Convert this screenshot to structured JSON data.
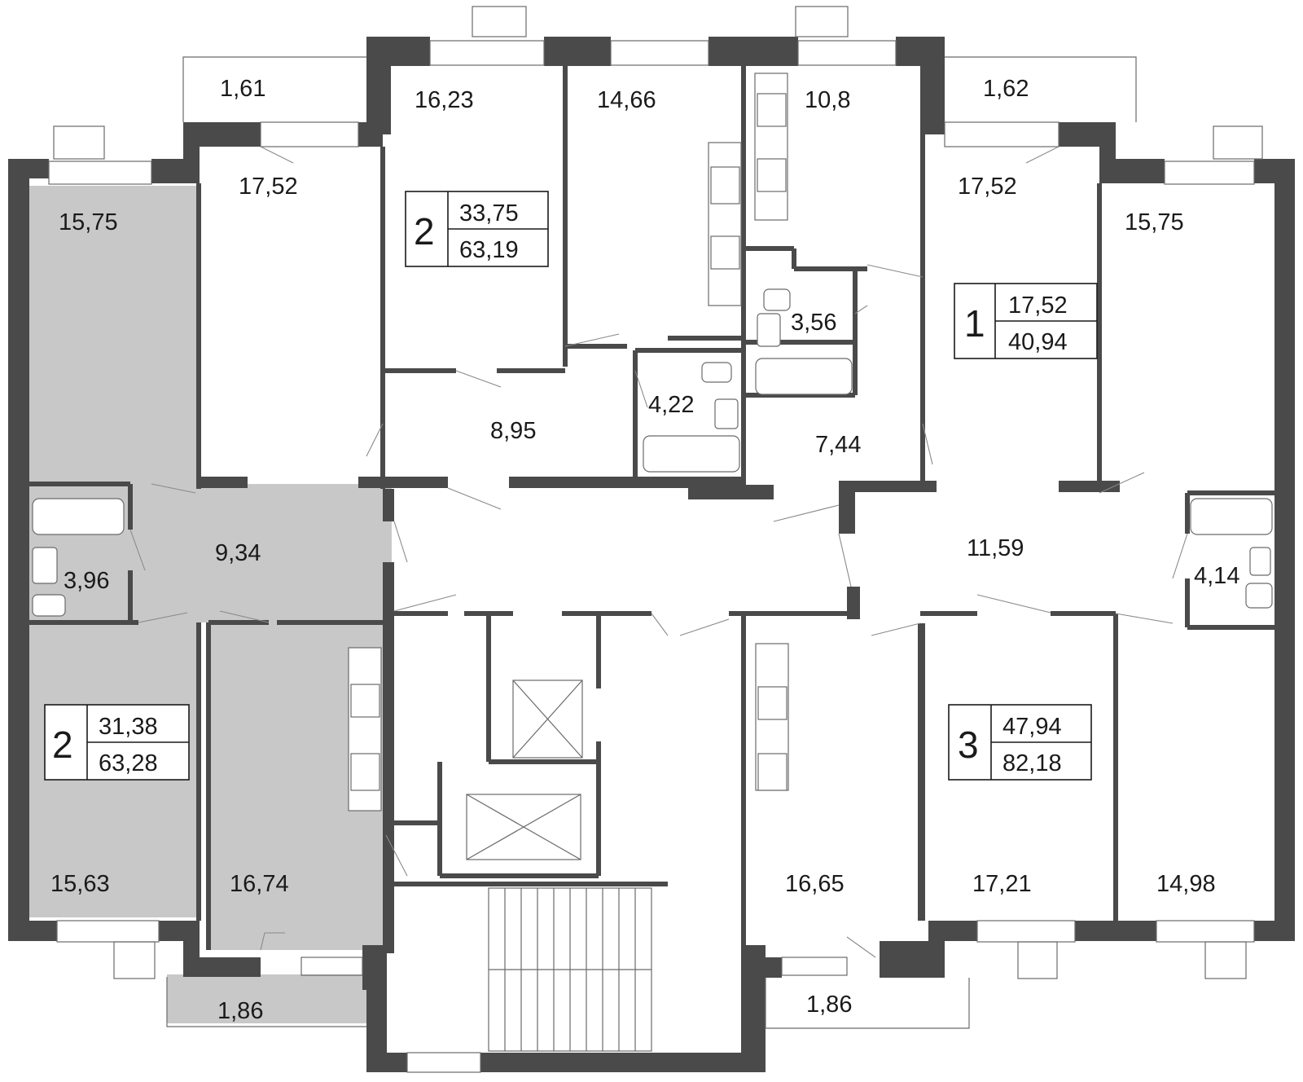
{
  "highlight_color": "#c8c8c8",
  "wall_color": "#4a4a4a",
  "rooms": [
    {
      "id": "r1",
      "label": "1,61"
    },
    {
      "id": "r2",
      "label": "16,23"
    },
    {
      "id": "r3",
      "label": "14,66"
    },
    {
      "id": "r4",
      "label": "10,8"
    },
    {
      "id": "r5",
      "label": "1,62"
    },
    {
      "id": "r6",
      "label": "17,52"
    },
    {
      "id": "r7",
      "label": "17,52"
    },
    {
      "id": "r8",
      "label": "15,75"
    },
    {
      "id": "r9",
      "label": "15,75"
    },
    {
      "id": "r10",
      "label": "3,56"
    },
    {
      "id": "r11",
      "label": "4,22"
    },
    {
      "id": "r12",
      "label": "8,95"
    },
    {
      "id": "r13",
      "label": "7,44"
    },
    {
      "id": "r14",
      "label": "9,34"
    },
    {
      "id": "r15",
      "label": "3,96"
    },
    {
      "id": "r16",
      "label": "11,59"
    },
    {
      "id": "r17",
      "label": "4,14"
    },
    {
      "id": "r18",
      "label": "15,63"
    },
    {
      "id": "r19",
      "label": "16,74"
    },
    {
      "id": "r20",
      "label": "16,65"
    },
    {
      "id": "r21",
      "label": "17,21"
    },
    {
      "id": "r22",
      "label": "14,98"
    },
    {
      "id": "r23",
      "label": "1,86"
    },
    {
      "id": "r24",
      "label": "1,86"
    }
  ],
  "apartments": [
    {
      "id": "a1",
      "rooms": "2",
      "living": "33,75",
      "total": "63,19"
    },
    {
      "id": "a2",
      "rooms": "1",
      "living": "17,52",
      "total": "40,94"
    },
    {
      "id": "a3",
      "rooms": "2",
      "living": "31,38",
      "total": "63,28"
    },
    {
      "id": "a4",
      "rooms": "3",
      "living": "47,94",
      "total": "82,18"
    }
  ]
}
